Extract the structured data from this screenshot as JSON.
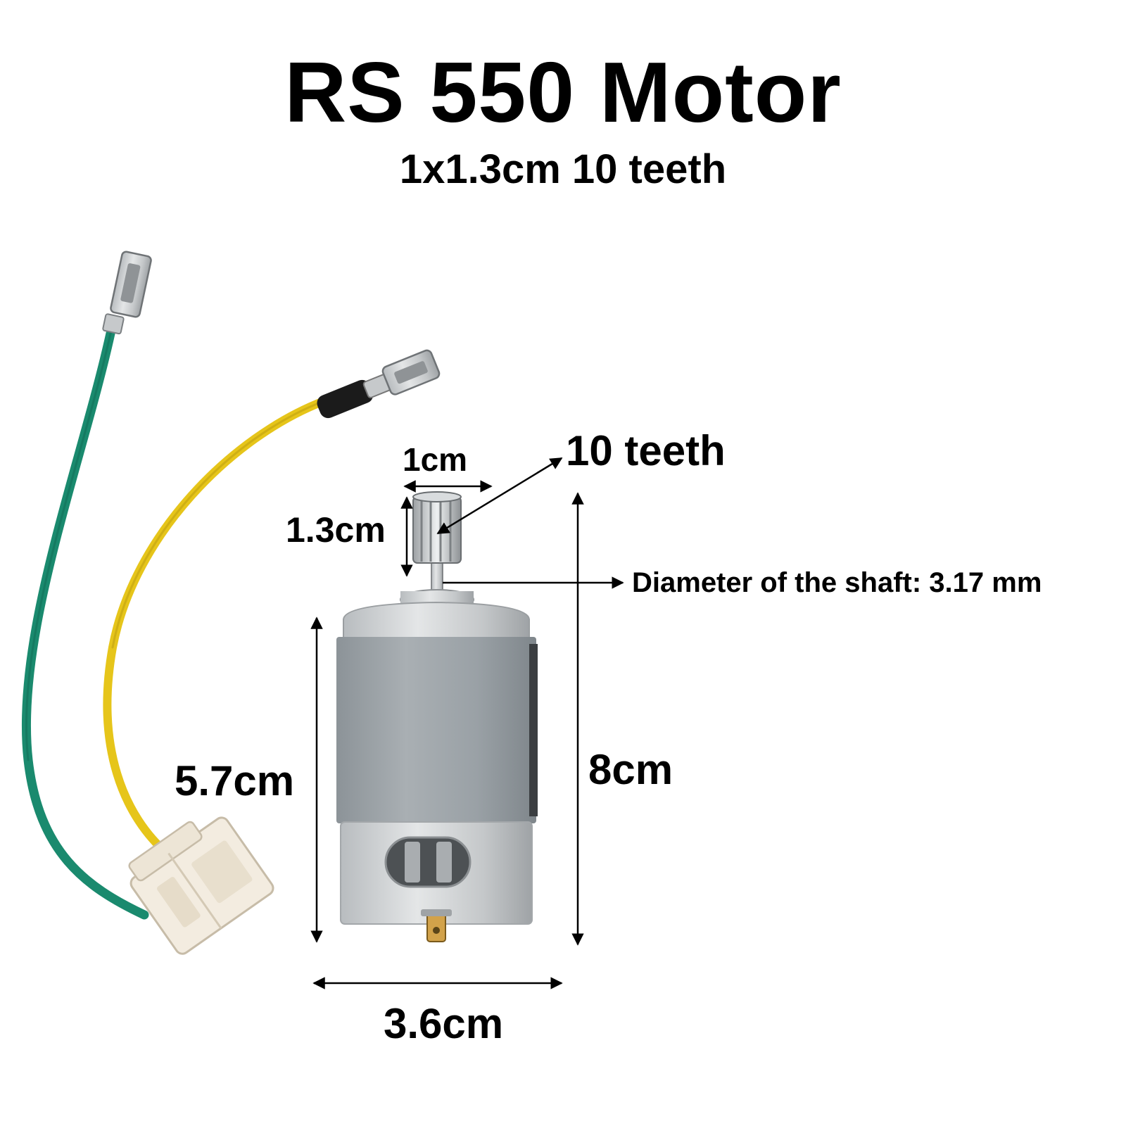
{
  "header": {
    "title": "RS 550 Motor",
    "subtitle": "1x1.3cm 10 teeth"
  },
  "dimensions": {
    "gear_width": "1cm",
    "gear_height": "1.3cm",
    "teeth": "10 teeth",
    "shaft_diameter": "Diameter of the shaft: 3.17 mm",
    "body_height": "5.7cm",
    "total_height": "8cm",
    "body_width": "3.6cm"
  },
  "colors": {
    "wire_green": "#1a8a6e",
    "wire_yellow": "#e6c51a",
    "motor_can": "#9aa1a6",
    "motor_end": "#c9ccce",
    "connector": "#f3ece0"
  }
}
